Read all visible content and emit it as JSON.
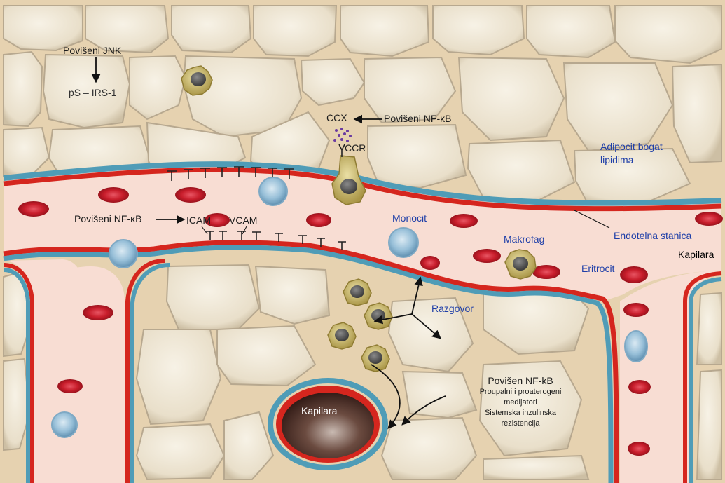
{
  "labels": {
    "jnk": "Povišeni JNK",
    "ps_irs": "pS – IRS-1",
    "nfkb_top": "Povišeni NF-κB",
    "ccx": "CCX",
    "ccr": "CCR",
    "adipocit": "Adipocit bogat",
    "adipocit2": "lipidima",
    "nfkb_left": "Povišeni NF-κB",
    "icam": "ICAM",
    "vcam": "VCAM",
    "monocit": "Monocit",
    "makrofag": "Makrofag",
    "endotelna": "Endotelna stanica",
    "kapilara_right": "Kapilara",
    "eritrocit": "Eritrocit",
    "razgovor": "Razgovor",
    "nfkb_bottom": "Povišen NF-kB",
    "mediator1": "Proupalni i proaterogeni",
    "mediator2": "medijatori",
    "mediator3": "Sistemska inzulinska",
    "mediator4": "rezistencija",
    "kapilara_inner": "Kapilara"
  },
  "colors": {
    "adipocyte_fill": "#efe7d6",
    "adipocyte_edge": "#b7a88f",
    "interstitium": "#e6d2b0",
    "vessel_lumen": "#f8ddd3",
    "endothelium": "#d5261e",
    "basement": "#4f9cb7",
    "erythrocyte": "#c81d2b",
    "monocyte": "#9cc4dc",
    "macrophage": "#c9bb6e",
    "label_blue": "#1f3fa8"
  }
}
